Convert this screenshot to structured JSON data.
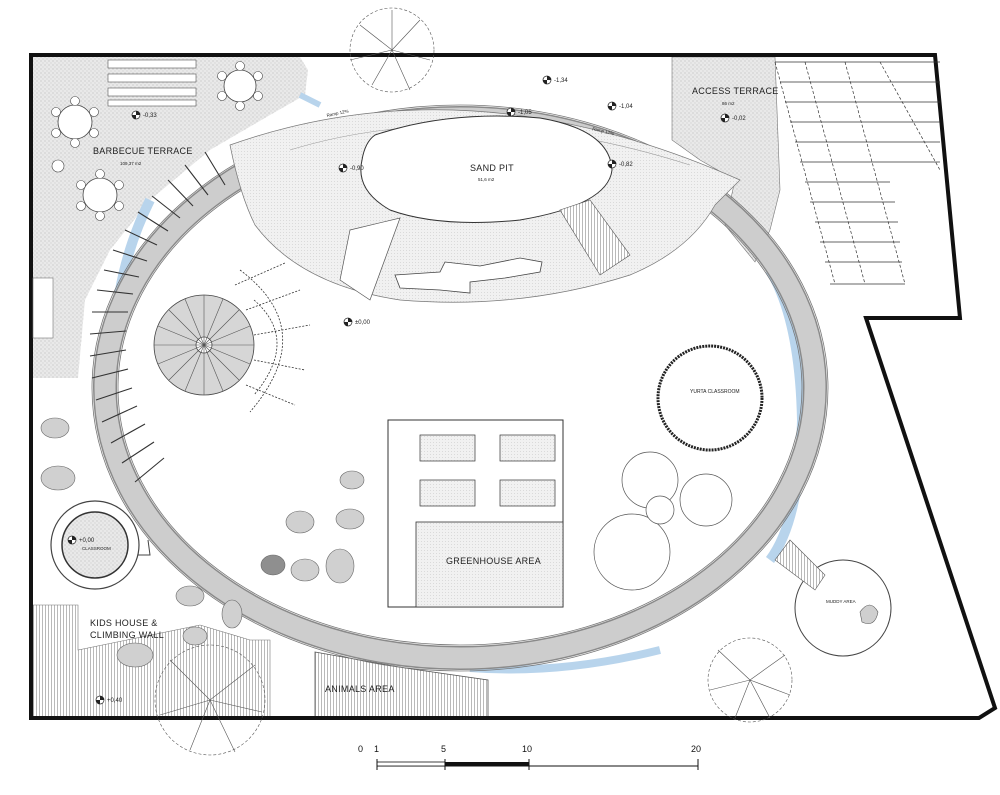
{
  "areas": {
    "barbecue_terrace": "BARBECUE TERRACE",
    "barbecue_area_value": "109,37 m2",
    "sand_pit": "SAND PIT",
    "sand_pit_value": "51,6 m2",
    "access_terrace": "ACCESS TERRACE",
    "access_terrace_value": "86 m2",
    "yurta_classroom": "YURTA CLASSROOM",
    "greenhouse_area": "GREENHOUSE AREA",
    "kids_house_line1": "KIDS HOUSE &",
    "kids_house_line2": "CLIMBING WALL",
    "animals_area": "ANIMALS AREA",
    "muddy_area": "MUDDY AREA",
    "classroom_small": "CLASSROOM"
  },
  "levels": {
    "bbq": "-0,33",
    "top_path_left": "-1,34",
    "top_path_mid": "-1,05",
    "top_path_right": "-1,04",
    "access": "-0,02",
    "sand_left": "-0,90",
    "sand_right": "-0,82",
    "center": "±0,00",
    "small_circle": "+0,00",
    "kids": "+0,40"
  },
  "ramps": {
    "left": "Ramp 12%",
    "right": "Ramp 12%"
  },
  "scale_bar": {
    "labels": [
      "0",
      "1",
      "5",
      "10",
      "20"
    ]
  },
  "colors": {
    "wall": "#111111",
    "path_grey": "#c8c8c8",
    "water_blue": "#b8d4ec",
    "paving": "#e6e6e6",
    "rock": "#cfcfcf"
  }
}
